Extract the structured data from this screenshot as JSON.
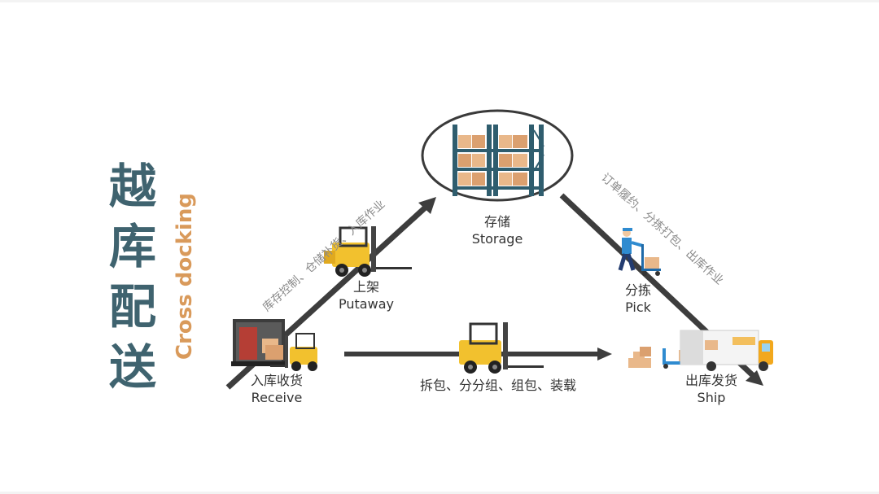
{
  "title": {
    "chars": [
      "越",
      "库",
      "配",
      "送"
    ],
    "english": "Cross docking"
  },
  "nodes": {
    "receive": {
      "zh": "入库收货",
      "en": "Receive"
    },
    "putaway": {
      "zh": "上架",
      "en": "Putaway"
    },
    "storage": {
      "zh": "存储",
      "en": "Storage"
    },
    "pick": {
      "zh": "分拣",
      "en": "Pick"
    },
    "ship": {
      "zh": "出库发货",
      "en": "Ship"
    }
  },
  "edges": {
    "left": "库存控制、仓储补货、入库作业",
    "right": "订单履约、分拣打包、出库作业",
    "bottom": "拆包、分分组、组包、装载"
  },
  "colors": {
    "title": "#3f636f",
    "accent": "#d99a5b",
    "arrow": "#3d3d3d",
    "shelf": "#2f5d6e",
    "box": "#e9b88a",
    "forklift": "#f2c12e"
  }
}
